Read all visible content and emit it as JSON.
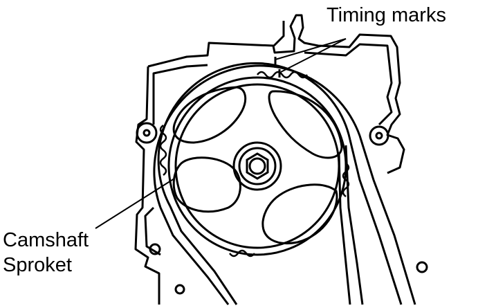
{
  "labels": {
    "timing_marks": "Timing marks",
    "camshaft_line1": "Camshaft",
    "camshaft_line2": "Sproket"
  },
  "colors": {
    "ink": "#000000",
    "paper": "#ffffff"
  }
}
